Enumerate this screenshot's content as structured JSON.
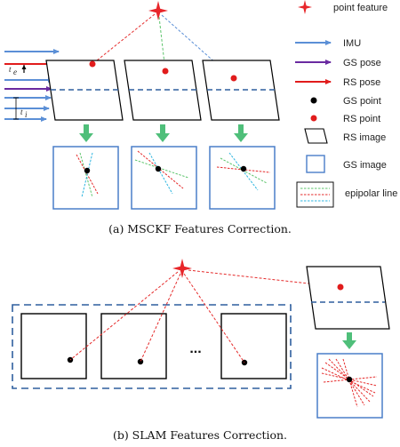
{
  "legend": {
    "point_feature": "point feature",
    "imu": "IMU",
    "gs_pose": "GS pose",
    "rs_pose": "RS pose",
    "gs_point": "GS point",
    "rs_point": "RS point",
    "rs_image": "RS image",
    "gs_image": "GS image",
    "epipolar_line": "epipolar line"
  },
  "labels": {
    "t_e": "t",
    "t_e_sub": "e",
    "t_i": "t",
    "t_i_sub": "i",
    "ellipsis": "..."
  },
  "captions": {
    "a": "(a)  MSCKF Features Correction.",
    "b": "(b)  SLAM Features Correction."
  },
  "colors": {
    "star_red": "#e8262a",
    "imu_blue": "#5b8fd6",
    "gs_pose_purple": "#6a2aa0",
    "rs_pose_red": "#e11c1c",
    "gs_point_black": "#000000",
    "rs_point_red": "#e11c1c",
    "frame_blue": "#4a7ec9",
    "dashed_blue": "#2f5f9e",
    "arrow_green": "#4fbf7a",
    "epi_green": "#5cc46b",
    "epi_red": "#e52b2b",
    "epi_cyan": "#2fb6e0"
  },
  "icons": [
    "star-icon",
    "arrow-icon",
    "parallelogram-icon",
    "square-icon"
  ]
}
